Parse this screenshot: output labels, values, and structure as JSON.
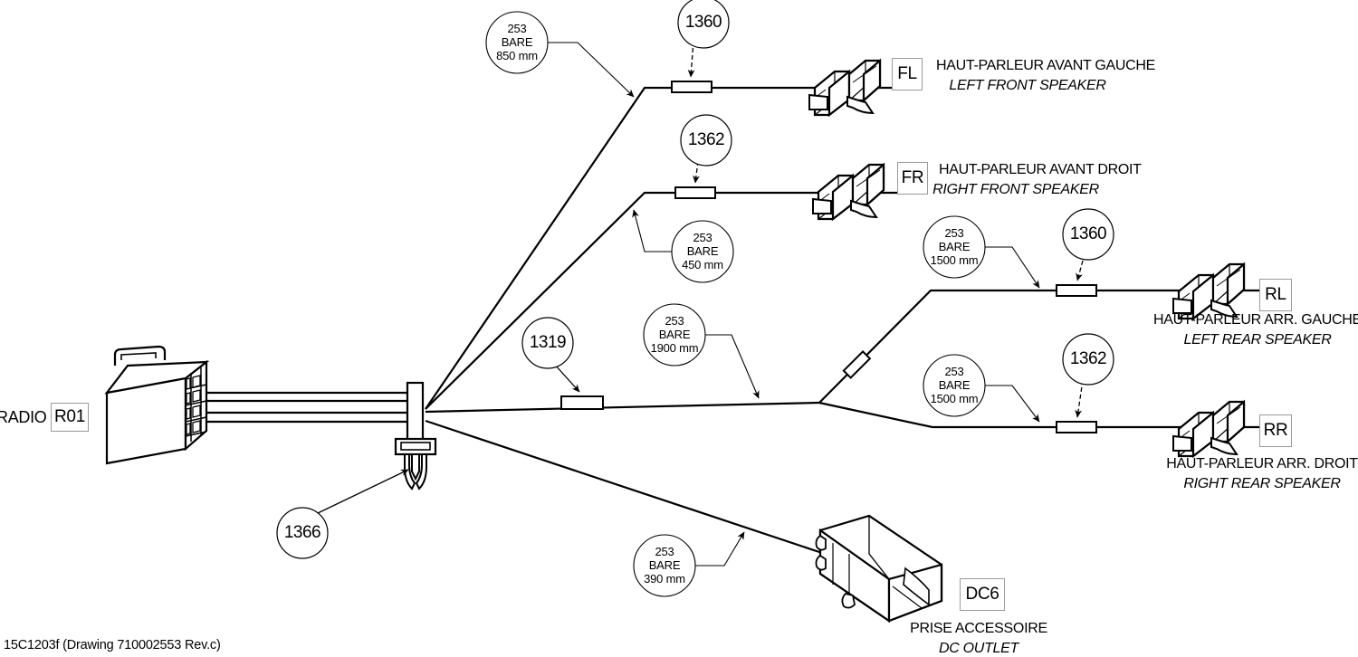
{
  "drawing": {
    "footer": "15C1203f (Drawing 710002553 Rev.c)",
    "radio_label": "RADIO"
  },
  "connectors": [
    {
      "id": "R01",
      "name_fr": "RADIO",
      "name_en": "",
      "role": "radio-connector"
    },
    {
      "id": "FL",
      "name_fr": "HAUT-PARLEUR AVANT GAUCHE",
      "name_en": "LEFT FRONT SPEAKER",
      "role": "left-front-speaker"
    },
    {
      "id": "FR",
      "name_fr": "HAUT-PARLEUR AVANT DROIT",
      "name_en": "RIGHT FRONT SPEAKER",
      "role": "right-front-speaker"
    },
    {
      "id": "RL",
      "name_fr": "HAUT-PARLEUR ARR. GAUCHE",
      "name_en": "LEFT REAR SPEAKER",
      "role": "left-rear-speaker"
    },
    {
      "id": "RR",
      "name_fr": "HAUT-PARLEUR ARR. DROIT",
      "name_en": "RIGHT REAR SPEAKER",
      "role": "right-rear-speaker"
    },
    {
      "id": "DC6",
      "name_fr": "PRISE ACCESSOIRE",
      "name_en": "DC OUTLET",
      "role": "dc-outlet"
    }
  ],
  "callouts": [
    {
      "number": "1360",
      "target": "front-left-splice"
    },
    {
      "number": "1362",
      "target": "front-right-splice"
    },
    {
      "number": "1319",
      "target": "main-trunk-splice"
    },
    {
      "number": "1360",
      "target": "rear-left-splice"
    },
    {
      "number": "1362",
      "target": "rear-right-splice"
    },
    {
      "number": "1366",
      "target": "cable-clip"
    }
  ],
  "wire_labels": [
    {
      "code": "253",
      "type": "BARE",
      "length": "850 mm",
      "branch": "front-left"
    },
    {
      "code": "253",
      "type": "BARE",
      "length": "450 mm",
      "branch": "front-right"
    },
    {
      "code": "253",
      "type": "BARE",
      "length": "1900 mm",
      "branch": "rear-trunk"
    },
    {
      "code": "253",
      "type": "BARE",
      "length": "1500 mm",
      "branch": "rear-left"
    },
    {
      "code": "253",
      "type": "BARE",
      "length": "1500 mm",
      "branch": "rear-right"
    },
    {
      "code": "253",
      "type": "BARE",
      "length": "390 mm",
      "branch": "dc-outlet"
    }
  ]
}
